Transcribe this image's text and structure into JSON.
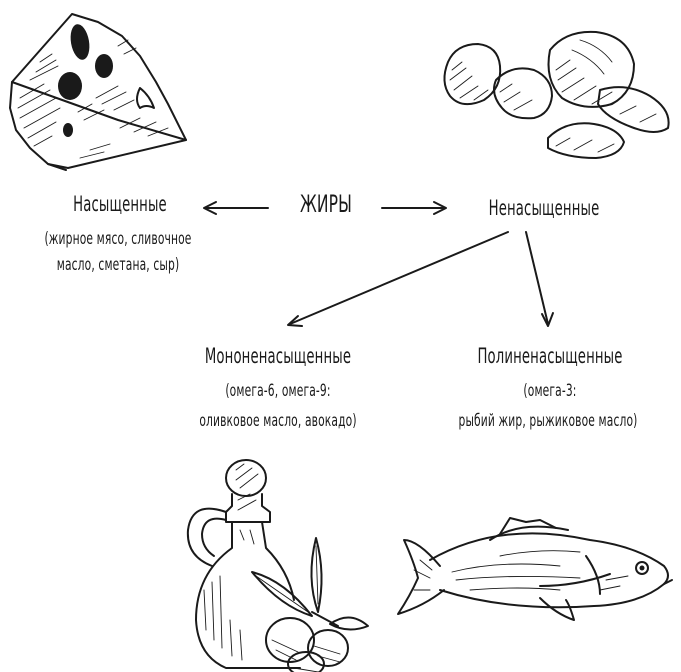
{
  "center": {
    "label": "ЖИРЫ"
  },
  "saturated": {
    "title": "Насыщенные",
    "examples_line1": "(жирное мясо, сливочное",
    "examples_line2": "масло, сметана, сыр)"
  },
  "unsaturated": {
    "title": "Ненасыщенные"
  },
  "mono": {
    "title": "Мононенасыщенные",
    "examples_line1": "(омега-6, омега-9:",
    "examples_line2": "оливковое масло, авокадо)"
  },
  "poly": {
    "title": "Полиненасыщенные",
    "examples_line1": "(омега-3:",
    "examples_line2": "рыбий жир, рыжиковое масло)"
  },
  "illustrations": [
    "cheese-icon",
    "nuts-icon",
    "olive-oil-bottle-icon",
    "fish-icon"
  ]
}
